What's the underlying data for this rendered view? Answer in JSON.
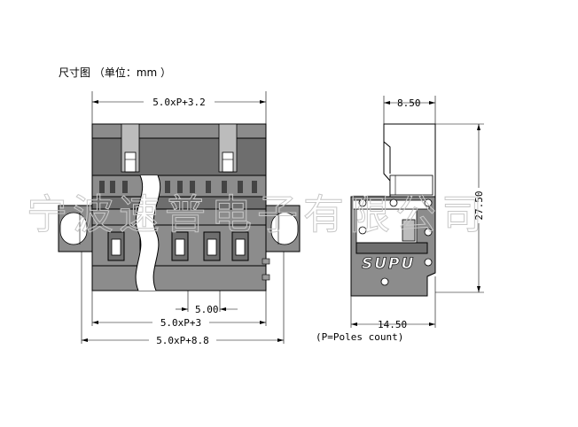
{
  "title": "尺寸图 （单位：mm ）",
  "watermark": "宁波速普电子有限公司",
  "logo": "SUPU",
  "dims": {
    "top_width": "5.0xP+3.2",
    "pitch": "5.00",
    "body_width": "5.0xP+3",
    "overall_width": "5.0xP+8.8",
    "side_depth": "8.50",
    "side_base": "14.50",
    "side_height": "27.50",
    "note": "(P=Poles count)"
  }
}
